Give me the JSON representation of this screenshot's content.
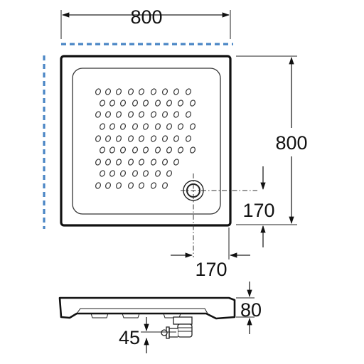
{
  "dimensions": {
    "width": "800",
    "depth": "800",
    "drain_offset_side": "170",
    "drain_offset_front": "170",
    "height": "80",
    "waste_height": "45"
  },
  "colors": {
    "wall_marker": "#4a86c5",
    "line": "#111111",
    "background": "#ffffff"
  },
  "features": {
    "anti_slip_pattern": "dot-grid",
    "drain": "round-waste",
    "wall_sides": [
      "top",
      "left"
    ]
  }
}
